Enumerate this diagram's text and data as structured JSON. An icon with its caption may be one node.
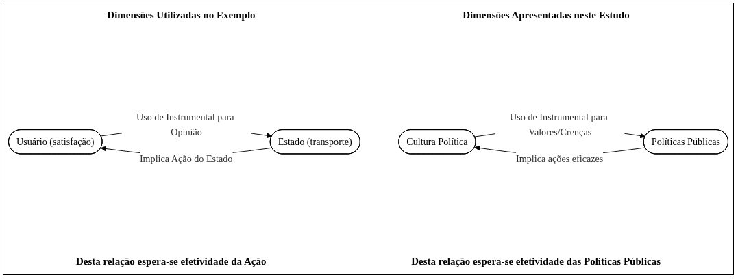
{
  "diagram": {
    "nodes": [
      {
        "text": [
          "Usuário (satisfação)"
        ]
      },
      {
        "text": [
          "Estado (transporte)"
        ]
      },
      {
        "text": [
          "Cultura Política"
        ]
      },
      {
        "text": [
          "Políticas Públicas"
        ]
      }
    ],
    "edges": [
      {
        "from": 0,
        "to": 1,
        "arrow": "to",
        "label": "Uso de Instrumental para Opinião"
      },
      {
        "from": 1,
        "to": 0,
        "arrow": "to",
        "label": "Implica Ação do Estado"
      },
      {
        "from": 2,
        "to": 3,
        "arrow": "to",
        "label": "Uso de Instrumental para Valores/Crenças"
      },
      {
        "from": 3,
        "to": 2,
        "arrow": "to",
        "label": "Implica ações eficazes"
      }
    ],
    "labels": [
      "Dimensões Utilizadas no Exemplo",
      "Dimensões Apresentadas neste Estudo",
      "Desta relação espera-se efetividade da Ação",
      "Desta relação espera-se efetividade das Políticas Públicas"
    ]
  }
}
